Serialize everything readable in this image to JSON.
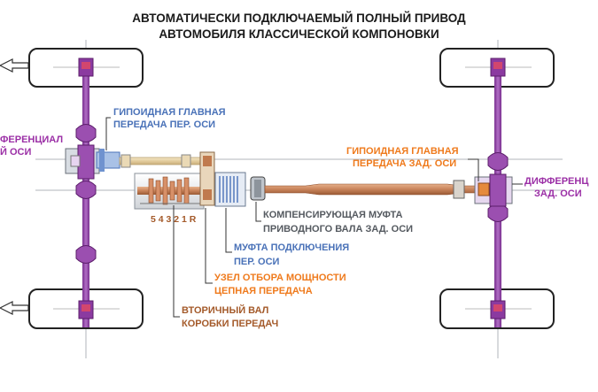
{
  "title": {
    "line1": "АВТОМАТИЧЕСКИ ПОДКЛЮЧАЕМЫЙ ПОЛНЫЙ ПРИВОД",
    "line2": "АВТОМОБИЛЯ КЛАССИЧЕСКОЙ КОМПОНОВКИ"
  },
  "labels": {
    "front_final_drive_1": "ГИПОИДНАЯ ГЛАВНАЯ",
    "front_final_drive_2": "ПЕРЕДАЧА ПЕР. ОСИ",
    "front_diff_1": "ФЕРЕНЦИАЛ",
    "front_diff_2": "Й ОСИ",
    "rear_final_drive_1": "ГИПОИДНАЯ ГЛАВНАЯ",
    "rear_final_drive_2": "ПЕРЕДАЧА ЗАД. ОСИ",
    "rear_diff_1": "ДИФФЕРЕНЦ",
    "rear_diff_2": "ЗАД. ОСИ",
    "comp_coupling_1": "КОМПЕНСИРУЮЩАЯ МУФТА",
    "comp_coupling_2": "ПРИВОДНОГО ВАЛА ЗАД. ОСИ",
    "engage_clutch_1": "МУФТА ПОДКЛЮЧЕНИЯ",
    "engage_clutch_2": "ПЕР. ОСИ",
    "pto_1": "УЗЕЛ ОТБОРА МОЩНОСТИ",
    "pto_2": "ЦЕПНАЯ ПЕРЕДАЧА",
    "output_shaft_1": "ВТОРИЧНЫЙ ВАЛ",
    "output_shaft_2": "КОРОБКИ ПЕРЕДАЧ",
    "gears": "5 4 3 2 1 R"
  },
  "colors": {
    "axle": "#9b4fb0",
    "tire": "#ffffff",
    "shaft": "#c8835a",
    "front_shaft": "#e6d2a8",
    "blue_text": "#4a72b8",
    "purple_text": "#9b2fa6",
    "orange_text": "#ef7a1c",
    "brown_text": "#a45a2a"
  }
}
